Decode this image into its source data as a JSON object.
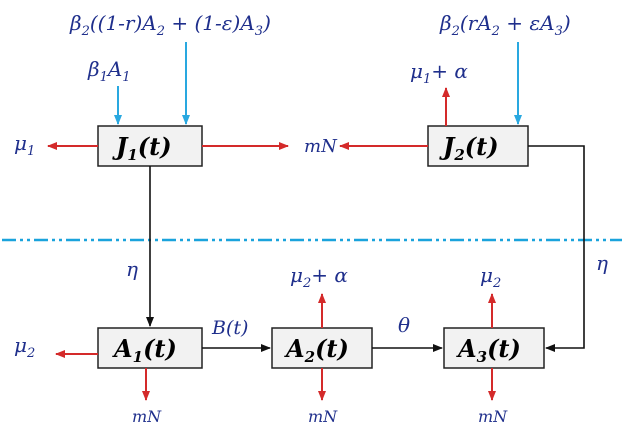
{
  "colors": {
    "text": "#1f2f8c",
    "red_arrow": "#d42a2a",
    "blue_arrow": "#29a8e0",
    "black_arrow": "#111111",
    "box_fill": "#f2f2f2",
    "dashed_line": "#1aa3dc"
  },
  "compartments": {
    "J1": "J1(t)",
    "J2": "J2(t)",
    "A1": "A1(t)",
    "A2": "A2(t)",
    "A3": "A3(t)"
  },
  "labels": {
    "top_left_inflow": "β2((1-r)A2 + (1-ε)A3)",
    "left_inflow": "β1A1",
    "top_right_inflow": "β2(rA2 + εA3)",
    "j2_out_up": "μ1+ α",
    "j1_out_left": "μ1",
    "mid_mN": "mN",
    "eta_left": "η",
    "eta_right": "η",
    "a1_out_left": "μ2",
    "a1_out_down": "mN",
    "b_t": "B(t)",
    "a2_out_up": "μ2+ α",
    "a2_out_down": "mN",
    "theta": "θ",
    "a3_out_up": "μ2",
    "a3_out_down": "mN"
  }
}
